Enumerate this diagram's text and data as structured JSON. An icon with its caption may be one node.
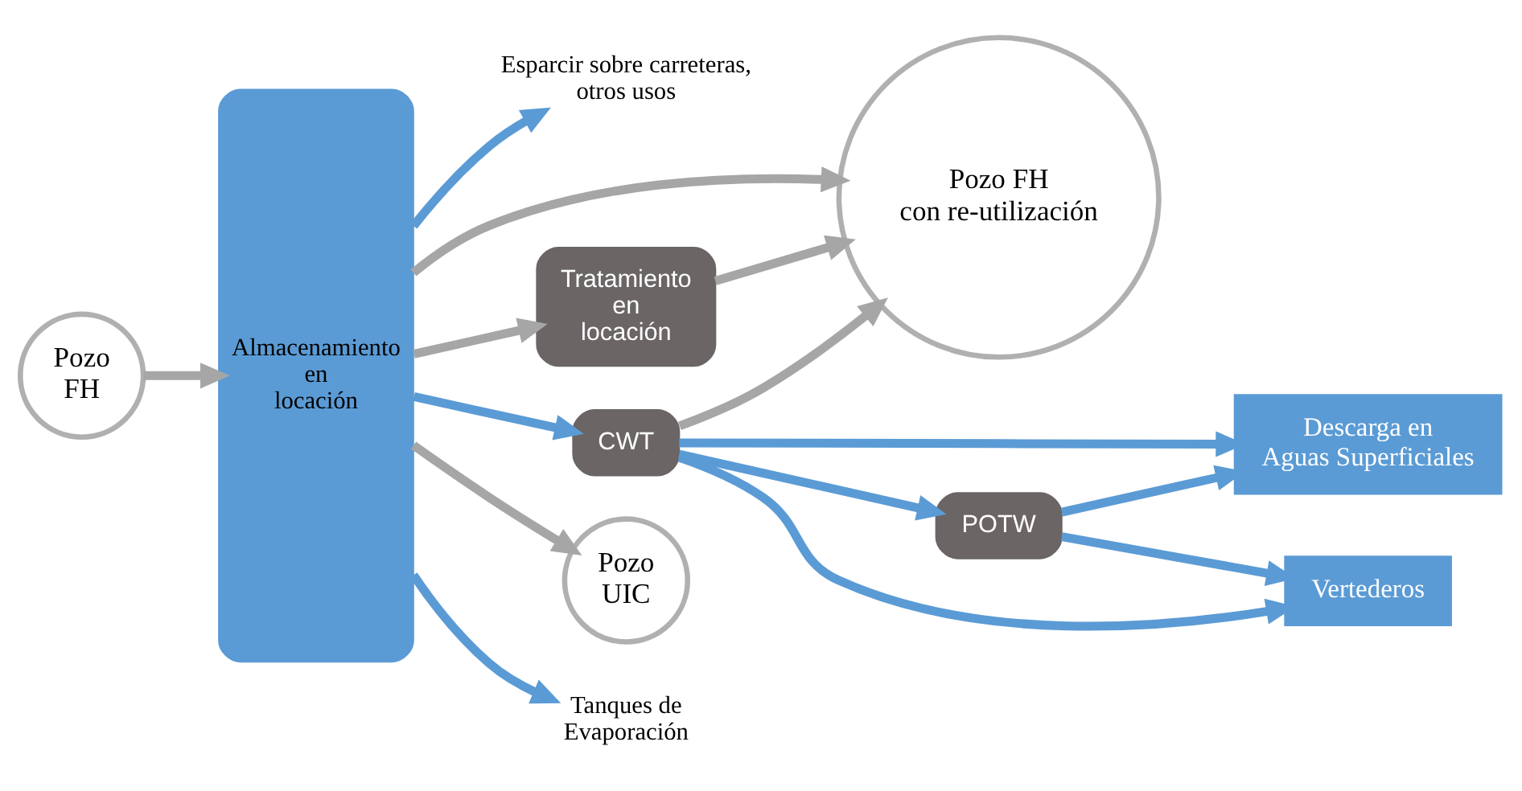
{
  "diagram": {
    "nodes": [
      {
        "text": [
          "Pozo FH"
        ]
      },
      {
        "text": [
          "Almacenamiento en locación"
        ]
      },
      {
        "text": [
          "Esparcir sobre carreteras, otros usos"
        ]
      },
      {
        "text": [
          "Pozo FH con re-utilización"
        ]
      },
      {
        "text": [
          "Tratamiento en locación"
        ]
      },
      {
        "text": [
          "Descarga en Aguas Superficiales"
        ]
      },
      {
        "text": [
          "CWT"
        ]
      },
      {
        "text": [
          "POTW"
        ]
      },
      {
        "text": [
          "Vertederos"
        ]
      },
      {
        "text": [
          "Pozo UIC"
        ]
      },
      {
        "text": [
          "Tanques de Evaporación"
        ]
      }
    ],
    "edges": [
      {
        "from": 0,
        "to": 1,
        "arrow": "to",
        "color": "#a6a6a6"
      },
      {
        "from": 1,
        "to": 2,
        "arrow": "to"
      },
      {
        "from": 1,
        "to": 3,
        "arrow": "to",
        "color": "#a6a6a6"
      },
      {
        "from": 1,
        "to": 4,
        "arrow": "to",
        "color": "#a6a6a6"
      },
      {
        "from": 4,
        "to": 3,
        "arrow": "to",
        "color": "#a6a6a6"
      },
      {
        "from": 1,
        "to": 6,
        "arrow": "to"
      },
      {
        "from": 6,
        "to": 3,
        "arrow": "to",
        "color": "#a6a6a6"
      },
      {
        "from": 6,
        "to": 5,
        "arrow": "to"
      },
      {
        "from": 6,
        "to": 7,
        "arrow": "to"
      },
      {
        "from": 6,
        "to": 8,
        "arrow": "to"
      },
      {
        "from": 7,
        "to": 5,
        "arrow": "to"
      },
      {
        "from": 7,
        "to": 8,
        "arrow": "to"
      },
      {
        "from": 1,
        "to": 9,
        "arrow": "to",
        "color": "#a6a6a6"
      },
      {
        "from": 1,
        "to": 10,
        "arrow": "to"
      }
    ]
  }
}
